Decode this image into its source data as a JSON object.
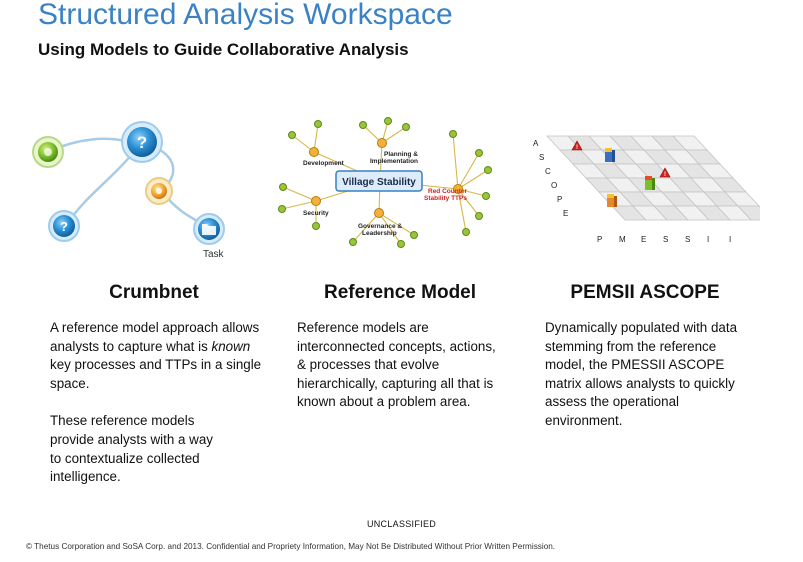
{
  "header": {
    "title": "Structured Analysis Workspace",
    "subtitle": "Using Models to Guide Collaborative Analysis"
  },
  "crumbnet": {
    "title": "Crumbnet",
    "task_label": "Task",
    "p1_a": "A reference model approach allows analysts to capture what is ",
    "p1_em": "known",
    "p1_b": " key processes and TTPs in a single space.",
    "p2": "These reference models provide analysts with a way to contextualize collected intelligence."
  },
  "reference": {
    "title": "Reference Model",
    "center": "Village Stability",
    "nodes": {
      "development": "Development",
      "planning": "Planning &",
      "implementation": "Implementation",
      "security": "Security",
      "governance": "Governance &",
      "leadership": "Leadership",
      "red_counter": "Red Counter",
      "stability_ttps": "Stability TTPs"
    },
    "body": "Reference models are interconnected concepts, actions, & processes that evolve hierarchically, capturing all that is known about a problem area."
  },
  "pemsii": {
    "title": "PEMSII ASCOPE",
    "row_labels": [
      "A",
      "S",
      "C",
      "O",
      "P",
      "E"
    ],
    "col_labels": [
      "P",
      "M",
      "E",
      "S",
      "S",
      "I",
      "I"
    ],
    "body": "Dynamically populated with data stemming from the reference model, the PMESSII ASCOPE matrix allows analysts to quickly assess the operational environment."
  },
  "footer": {
    "classification": "UNCLASSIFIED",
    "copyright": "© Thetus Corporation  and  SoSA Corp. and 2013. Confidential and Propriety Information, May Not Be Distributed Without Prior Written Permission."
  },
  "colors": {
    "title_blue": "#3b82c4",
    "node_blue": "#1f7fc4",
    "red": "#d42020"
  }
}
